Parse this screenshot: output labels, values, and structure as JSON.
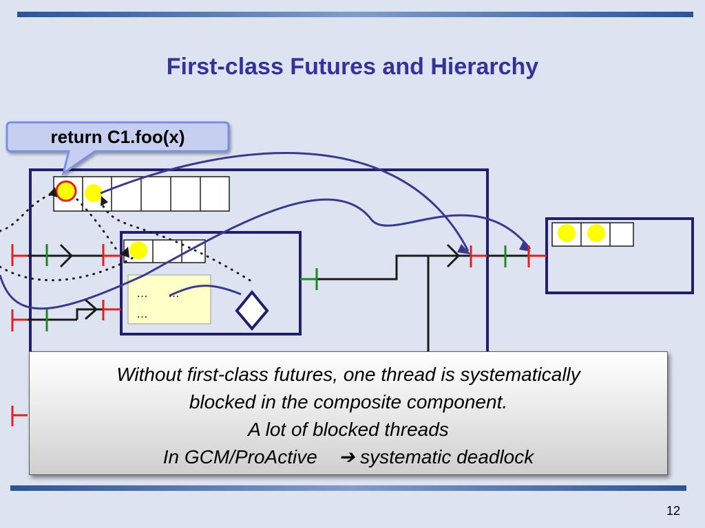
{
  "slide": {
    "title": "First-class Futures and Hierarchy",
    "page_number": "12"
  },
  "callout": {
    "text": "return C1.foo(x)"
  },
  "code_box": {
    "line1a": "…",
    "line1b": "…",
    "line2": "…"
  },
  "caption": {
    "lines": [
      "Without first-class futures, one thread is systematically",
      "blocked in the composite component.",
      "A lot of blocked threads",
      "In GCM/ProActive    ➔ systematic deadlock"
    ]
  },
  "colors": {
    "title": "#333399",
    "component_border": "#1f1f6b",
    "future_fill": "#ffff00",
    "future_outline": "#e02020",
    "interface_red": "#e02020",
    "interface_green": "#1a8a1a",
    "flow_curve": "#3a3a8c",
    "code_bg": "#ffffc8"
  }
}
